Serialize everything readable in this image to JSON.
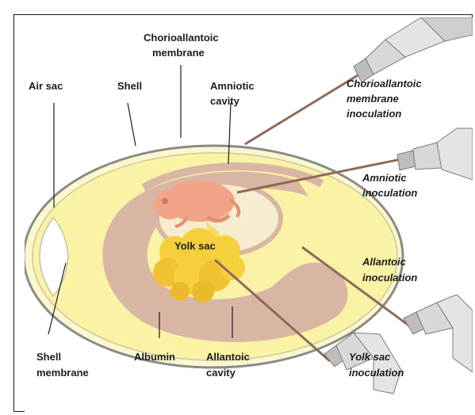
{
  "colors": {
    "shell": "#fbf8cf",
    "shell_outline": "#8a8a86",
    "albumin": "#faf3a6",
    "allantoic_membrane": "#d9b6a3",
    "amniotic_cavity": "#f6ecd0",
    "embryo": "#f2a487",
    "yolk_sac": "#f5cf3c",
    "needle": "#8e6a5a",
    "syringe_body": "#d8d8d8"
  },
  "labels": {
    "chorioallantoic_line1": "Chorioallantoic",
    "chorioallantoic_line2": "membrane",
    "air_sac": "Air sac",
    "shell": "Shell",
    "amniotic_line1": "Amniotic",
    "amniotic_line2": "cavity",
    "yolk_sac": "Yolk sac",
    "shell_membrane_line1": "Shell",
    "shell_membrane_line2": "membrane",
    "albumin": "Albumin",
    "allantoic_cavity_line1": "Allantoic",
    "allantoic_cavity_line2": "cavity"
  },
  "inoculations": {
    "chorioallantoic_line1": "Chorioallantoic",
    "chorioallantoic_line2": "membrane",
    "chorioallantoic_line3": "inoculation",
    "amniotic_line1": "Amniotic",
    "amniotic_line2": "inoculation",
    "allantoic_line1": "Allantoic",
    "allantoic_line2": "inoculation",
    "yolk_sac_line1": "Yolk sac",
    "yolk_sac_line2": "inoculation"
  }
}
